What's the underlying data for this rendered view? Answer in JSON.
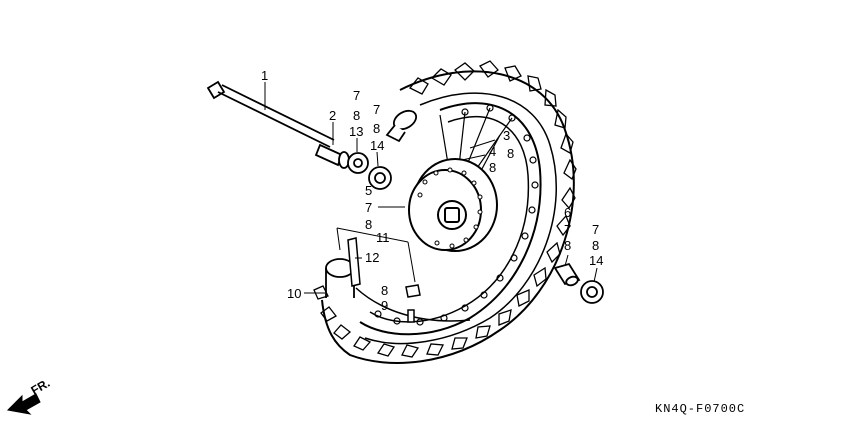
{
  "parts": [
    {
      "id": "p1a",
      "text": "1"
    },
    {
      "id": "p2a",
      "text": "2"
    },
    {
      "id": "p13a",
      "text": "13"
    },
    {
      "id": "p14a",
      "text": "14"
    },
    {
      "id": "p7a",
      "text": "7"
    },
    {
      "id": "p8a",
      "text": "8"
    },
    {
      "id": "p7b",
      "text": "7"
    },
    {
      "id": "p8b",
      "text": "8"
    },
    {
      "id": "p3a",
      "text": "3"
    },
    {
      "id": "p4a",
      "text": "4"
    },
    {
      "id": "p8c",
      "text": "8"
    },
    {
      "id": "p8d",
      "text": "8"
    },
    {
      "id": "p5a",
      "text": "5"
    },
    {
      "id": "p7c",
      "text": "7"
    },
    {
      "id": "p8e",
      "text": "8"
    },
    {
      "id": "p11a",
      "text": "11"
    },
    {
      "id": "p12a",
      "text": "12"
    },
    {
      "id": "p10a",
      "text": "10"
    },
    {
      "id": "p8f",
      "text": "8"
    },
    {
      "id": "p9a",
      "text": "9"
    },
    {
      "id": "p6a",
      "text": "6"
    },
    {
      "id": "p7d",
      "text": "7"
    },
    {
      "id": "p8g",
      "text": "8"
    },
    {
      "id": "p7e",
      "text": "7"
    },
    {
      "id": "p8h",
      "text": "8"
    },
    {
      "id": "p14b",
      "text": "14"
    }
  ],
  "diagram_code": "KN4Q-F0700C",
  "direction_label": "FR."
}
